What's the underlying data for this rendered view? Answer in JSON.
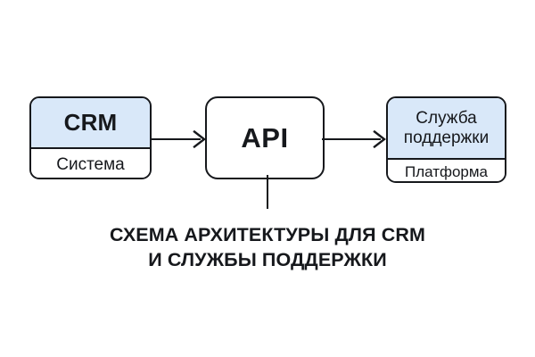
{
  "diagram": {
    "caption_line1": "СХЕМА АРХИТЕКТУРЫ ДЛЯ CRM",
    "caption_line2": "И СЛУЖБЫ ПОДДЕРЖКИ",
    "colors": {
      "tint": "#d9e8f9",
      "stroke": "#16181c",
      "text": "#16181c",
      "background": "#ffffff"
    },
    "nodes": [
      {
        "id": "crm",
        "title": "CRM",
        "subtitle": "Система"
      },
      {
        "id": "api",
        "title": "API",
        "subtitle": ""
      },
      {
        "id": "support",
        "title": "Служба поддержки",
        "subtitle": "Платформа"
      }
    ],
    "connectors": [
      {
        "id": "crm-to-api",
        "from": "crm",
        "to": "api",
        "kind": "arrow"
      },
      {
        "id": "api-to-support",
        "from": "api",
        "to": "support",
        "kind": "arrow"
      },
      {
        "id": "api-stem",
        "from": "api",
        "to": "",
        "kind": "line"
      }
    ]
  }
}
